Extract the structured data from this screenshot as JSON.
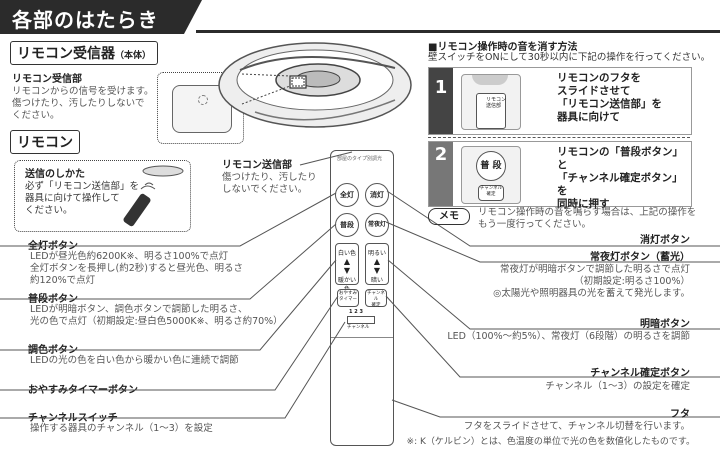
{
  "header": {
    "title": "各部のはたらき"
  },
  "receiver_section": {
    "title": "リモコン受信器",
    "title_suffix": "（本体）",
    "label": "リモコン受信部",
    "desc": [
      "リモコンからの信号を受けます。",
      "傷つけたり、汚したりしないで",
      "ください。"
    ]
  },
  "remote_section": {
    "title": "リモコン",
    "send_label": "送信のしかた",
    "send_desc": [
      "必ず「リモコン送信部」を",
      "器具に向けて操作して",
      "ください。"
    ],
    "transmitter_label": "リモコン送信部",
    "transmitter_desc": [
      "傷つけたり、汚したり",
      "しないでください。"
    ]
  },
  "mute_section": {
    "title": "■リモコン操作時の音を消す方法",
    "intro": "壁スイッチをONにして30秒以内に下記の操作を行ってください。",
    "steps": [
      {
        "num": "1",
        "lines": [
          "リモコンのフタを",
          "スライドさせて",
          "「リモコン送信部」を",
          "器具に向けて"
        ],
        "illus_label": "リモコン\n送信部"
      },
      {
        "num": "2",
        "lines": [
          "リモコンの「普段ボタン」と",
          "「チャンネル確定ボタン」を",
          "同時に押す"
        ],
        "illus_btn": "普 段",
        "illus_small": "チャンネル\n確定"
      }
    ],
    "memo_tag": "メモ",
    "memo_text": [
      "リモコン操作時の音を鳴らす場合は、上記の操作を",
      "もう一度行ってください。"
    ]
  },
  "left_items": [
    {
      "label": "全灯ボタン",
      "desc": [
        "LEDが昼光色約6200K※、明るさ100%で点灯",
        "全灯ボタンを長押し(約2秒)すると昼光色、明るさ",
        "約120%で点灯"
      ]
    },
    {
      "label": "普段ボタン",
      "desc": [
        "LEDが明暗ボタン、調色ボタンで調節した明るさ、",
        "光の色で点灯（初期設定:昼白色5000K※、明るさ約70%）"
      ]
    },
    {
      "label": "調色ボタン",
      "desc": [
        "LEDの光の色を白い色から暖かい色に連続で調節"
      ]
    },
    {
      "label": "おやすみタイマーボタン",
      "desc": []
    },
    {
      "label": "チャンネルスイッチ",
      "desc": [
        "操作する器具のチャンネル（1〜3）を設定"
      ]
    }
  ],
  "right_items": [
    {
      "label": "消灯ボタン",
      "desc": []
    },
    {
      "label": "常夜灯ボタン（蓄光）",
      "desc": [
        "常夜灯が明暗ボタンで調節した明るさで点灯",
        "（初期設定:明るさ100%）",
        "◎太陽光や照明器具の光を蓄えて発光します。"
      ]
    },
    {
      "label": "明暗ボタン",
      "desc": [
        "LED（100%〜約5%）、常夜灯（6段階）の明るさを調節"
      ]
    },
    {
      "label": "チャンネル確定ボタン",
      "desc": [
        "チャンネル（1〜3）の設定を確定"
      ]
    },
    {
      "label": "フタ",
      "desc": [
        "フタをスライドさせて、チャンネル切替を行います。"
      ]
    }
  ],
  "footnote": "※: K（ケルビン）とは、色温度の単位で光の色を数値化したものです。",
  "remote_buttons": {
    "top_text": "部屋のタイプ別調光",
    "all_on": "全灯",
    "off": "消灯",
    "normal": "普段",
    "night": "常夜灯",
    "white": "白い色",
    "warm": "暖かい色",
    "bright": "明るい",
    "dark": "暗い",
    "timer": "おやすみ\nタイマー",
    "ch_confirm": "チャンネル\n確定",
    "ch_nums": "1 2 3",
    "ch_switch": "チャンネル"
  }
}
